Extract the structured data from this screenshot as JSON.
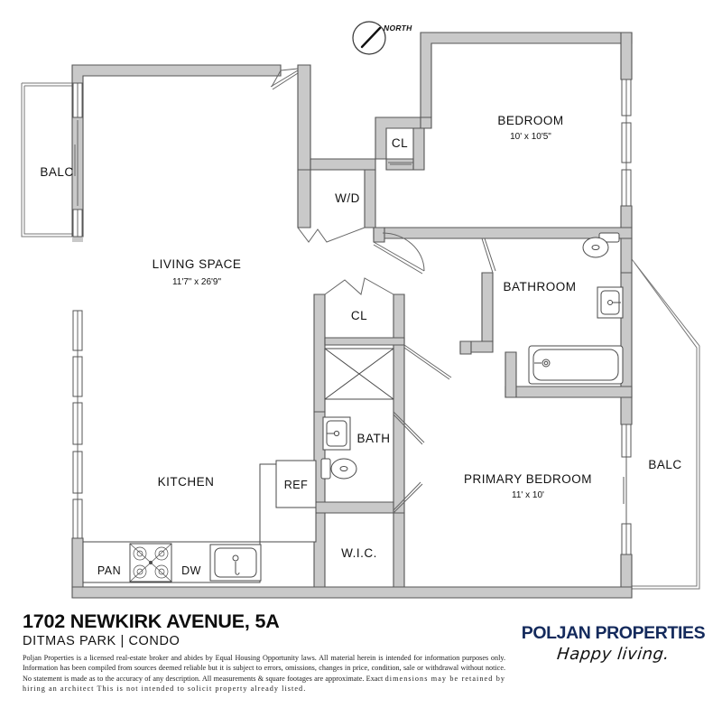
{
  "floorplan": {
    "compass": {
      "label": "NORTH"
    },
    "rooms": [
      {
        "id": "balcony-left",
        "name": "BALC",
        "dimensions": ""
      },
      {
        "id": "living-space",
        "name": "LIVING SPACE",
        "dimensions": "11'7\" x 26'9\""
      },
      {
        "id": "bedroom",
        "name": "BEDROOM",
        "dimensions": "10' x 10'5\""
      },
      {
        "id": "closet-bedroom",
        "name": "CL",
        "dimensions": ""
      },
      {
        "id": "washer-dryer",
        "name": "W/D",
        "dimensions": ""
      },
      {
        "id": "bathroom",
        "name": "BATHROOM",
        "dimensions": ""
      },
      {
        "id": "closet-hall",
        "name": "CL",
        "dimensions": ""
      },
      {
        "id": "bath",
        "name": "BATH",
        "dimensions": ""
      },
      {
        "id": "kitchen",
        "name": "KITCHEN",
        "dimensions": ""
      },
      {
        "id": "refrigerator",
        "name": "REF",
        "dimensions": ""
      },
      {
        "id": "pantry",
        "name": "PAN",
        "dimensions": ""
      },
      {
        "id": "dishwasher",
        "name": "DW",
        "dimensions": ""
      },
      {
        "id": "primary-bedroom",
        "name": "PRIMARY BEDROOM",
        "dimensions": "11' x 10'"
      },
      {
        "id": "walk-in-closet",
        "name": "W.I.C.",
        "dimensions": ""
      },
      {
        "id": "balcony-right",
        "name": "BALC",
        "dimensions": ""
      }
    ],
    "labels": {
      "balc_left": "BALC",
      "living_space": "LIVING SPACE",
      "living_space_dim": "11'7\" x 26'9\"",
      "bedroom": "BEDROOM",
      "bedroom_dim": "10' x 10'5\"",
      "cl_bedroom": "CL",
      "wd": "W/D",
      "bathroom": "BATHROOM",
      "cl_hall": "CL",
      "bath": "BATH",
      "kitchen": "KITCHEN",
      "ref": "REF",
      "pan": "PAN",
      "dw": "DW",
      "primary_bedroom": "PRIMARY BEDROOM",
      "primary_bedroom_dim": "11' x 10'",
      "wic": "W.I.C.",
      "balc_right": "BALC"
    },
    "colors": {
      "wall_fill": "#c9c9c9",
      "wall_stroke": "#555555",
      "fixture_stroke": "#4a4a4a",
      "background": "#ffffff"
    }
  },
  "footer": {
    "address_line1": "1702 NEWKIRK AVENUE, 5A",
    "address_line2": "DITMAS PARK |  CONDO",
    "disclaimer_part1": "Poljan Properties is a licensed real-estate broker and abides by Equal Housing Opportunity laws. All material herein is intended for information purposes only. Information has been compiled  from sources deemed reliable but it is subject to errors, omissions, changes in price, condition, sale or withdrawal without notice. No statement is made as to the accuracy of any description. All measurements & square footages are approximate. Exact",
    "disclaimer_part2": "dimensions may be retained by hiring an architect This is not intended to solicit property already listed.",
    "brand_name": "POLJAN PROPERTIES",
    "brand_tagline": "Happy living.",
    "brand_color": "#142a5c"
  }
}
